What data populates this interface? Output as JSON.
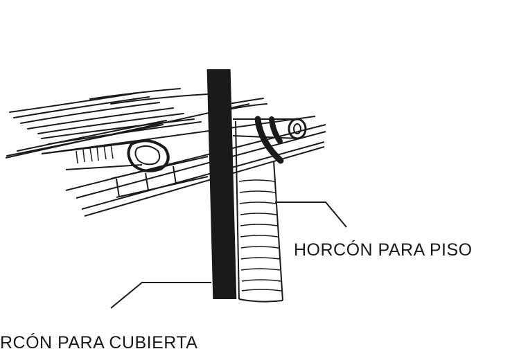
{
  "labels": {
    "floor_post": "HORCÓN PARA PISO",
    "roof_post": "RCÓN PARA CUBIERTA"
  },
  "colors": {
    "ink": "#1a1a1a",
    "paper": "#ffffff"
  },
  "icons": {
    "roof_post": "dark-vertical-post",
    "floor_post": "textured-vertical-post",
    "lashing": "rope-tie"
  }
}
